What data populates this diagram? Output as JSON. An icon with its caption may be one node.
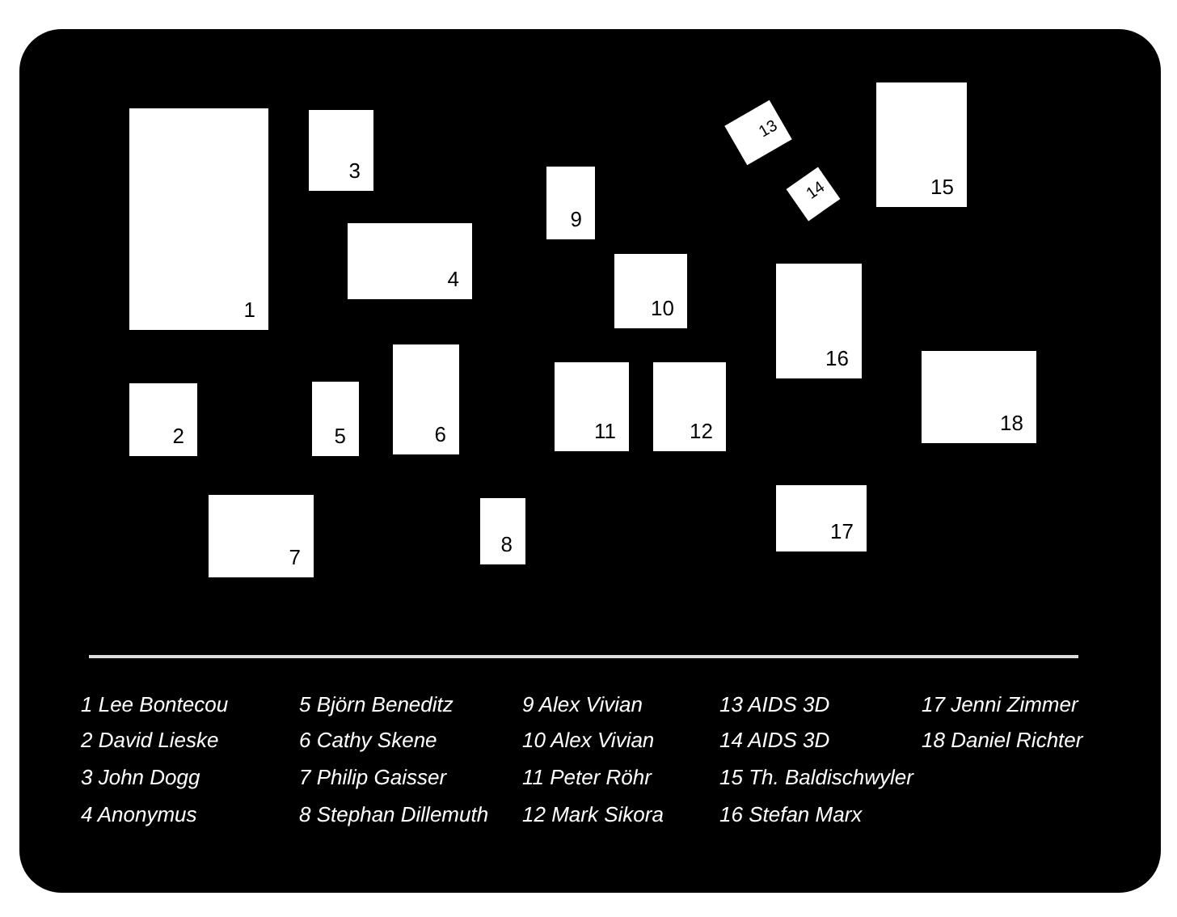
{
  "diagram": {
    "nodes": [
      {
        "text": [
          "1"
        ]
      },
      {
        "text": [
          "2"
        ]
      },
      {
        "text": [
          "3"
        ]
      },
      {
        "text": [
          "4"
        ]
      },
      {
        "text": [
          "5"
        ]
      },
      {
        "text": [
          "6"
        ]
      },
      {
        "text": [
          "7"
        ]
      },
      {
        "text": [
          "8"
        ]
      },
      {
        "text": [
          "9"
        ]
      },
      {
        "text": [
          "10"
        ]
      },
      {
        "text": [
          "11"
        ]
      },
      {
        "text": [
          "12"
        ]
      },
      {
        "text": [
          "13"
        ]
      },
      {
        "text": [
          "14"
        ]
      },
      {
        "text": [
          "15"
        ]
      },
      {
        "text": [
          "16"
        ]
      },
      {
        "text": [
          "17"
        ]
      },
      {
        "text": [
          "18"
        ]
      }
    ],
    "labels": [
      "1 Lee Bontecou",
      "2 David Lieske",
      "3 John Dogg",
      "4 Anonymus",
      "5 Björn Beneditz",
      "6 Cathy Skene",
      "7 Philip Gaisser",
      "8 Stephan Dillemuth",
      "9 Alex Vivian",
      "10 Alex Vivian",
      "11 Peter Röhr",
      "12 Mark Sikora",
      "13 AIDS 3D",
      "14 AIDS 3D",
      "15 Th. Baldischwyler",
      "16 Stefan Marx",
      "17 Jenni Zimmer",
      "18 Daniel Richter"
    ]
  }
}
